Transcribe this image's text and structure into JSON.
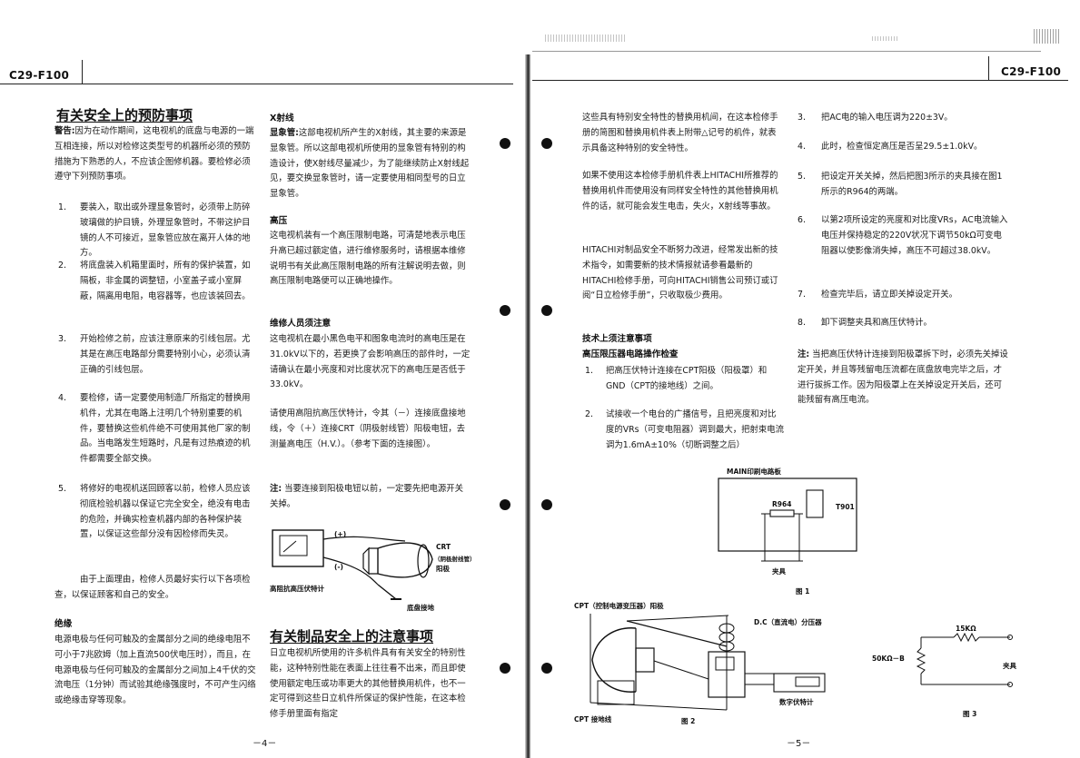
{
  "header": {
    "left_model": "C29-F100",
    "right_model": "C29-F100"
  },
  "left_col1": {
    "title": "有关安全上的预防事项",
    "warning_label": "警告:",
    "warning_text": "因为在动作期间，这电视机的底盘与电源的一端互相连接，所以对检修这类型号的机器所必须的预防措施为下熟悉的人，不应该企图修机器。要检修必须遵守下列预防事项。",
    "items": [
      {
        "n": "1.",
        "text": "要装入，取出或外理显象管时，必须带上防碎玻璃做的护目镜，外理显象管时，不带这护目镜的人不可接近，显象管应放在离开人体的地方。"
      },
      {
        "n": "2.",
        "text": "将底盘装入机箱里面时，所有的保护装置，如隔板，非金属的调整钮，小室盖子或小室屏蔽，隔离用电阻，电容器等，也应该装回去。"
      },
      {
        "n": "3.",
        "text": "开始检修之前，应该注意原来的引线包层。尤其是在高压电路部分需要特别小心，必须认清正确的引线包层。"
      },
      {
        "n": "4.",
        "text": "要检修，请一定要使用制造厂所指定的替换用机件，尤其在电路上注明几个特别重要的机件，要替换这些机件绝不可使用其他厂家的制品。当电路发生短路时，凡是有过热痕迹的机件都需要全部交换。"
      },
      {
        "n": "5.",
        "text": "将修好的电视机送回顾客以前，检修人员应该彻底检验机器以保证它完全安全，绝没有电击的危险，并确实检查机器内部的各种保护装置，以保证这些部分没有因检修而失灵。"
      }
    ],
    "conclusion": "由于上面理由，检修人员最好实行以下各项检查，以保证顾客和自己的安全。",
    "insulation_title": "绝缘",
    "insulation_text": "电源电极与任何可触及的金属部分之间的绝缘电阻不可小于7兆欧姆（加上直流500伏电压时），而且，在电源电极与任何可触及的金属部分之间加上4千伏的交流电压（1分钟）而试验其绝缘强度时，不可产生闪络或绝缘击穿等现象。"
  },
  "left_col2": {
    "xray_title": "X射线",
    "xray_label": "显象管:",
    "xray_text": "这部电视机所产生的X射线，其主要的来源是显象管。所以这部电视机所使用的显象管有特别的构造设计，使X射线尽量减少，为了能继续防止X射线起见，要交换显象管时，请一定要使用相同型号的日立显象管。",
    "hv_title": "高压",
    "hv_text": "这电视机装有一个高压限制电路，可清楚地表示电压升高已超过额定值，进行维修服务时，请根据本维修说明书有关此高压限制电路的所有注解说明去做，则高压限制电路便可以正确地操作。",
    "maint_title": "维修人员须注意",
    "maint_text1": "这电视机在最小黑色电平和图象电流时的高电压是在31.0kV以下的，若更换了会影响高压的部件时，一定请确认在最小亮度和对比度状况下的高电压是否低于33.0kV。",
    "maint_text2": "请使用高阻抗高压伏特计，令其（－）连接底盘接地线，令（＋）连接CRT（阴极射线管）阳极电钮，去测量高电压（H.V.）。（参考下面的连接图）。",
    "note_label": "注:",
    "note_text": "当要连接到阳极电钮以前，一定要先把电源开关关掉。",
    "fig_plus": "(+)",
    "fig_minus": "(-)",
    "fig_crt": "CRT",
    "fig_crt_sub": "（阴极射线管）",
    "fig_anode": "阳极",
    "fig_meter": "高阻抗高压伏特计",
    "fig_ground": "底盘接地",
    "product_title": "有关制品安全上的注意事项",
    "product_text": "日立电视机所使用的许多机件具有有关安全的特别性能，这种特别性能在表面上往往看不出来，而且即使使用额定电压或功率更大的其他替换用机件，也不一定可得到这些日立机件所保证的保护性能，在这本检修手册里面有指定"
  },
  "left_page_num": "－4－",
  "right_col1": {
    "para1": "这些具有特别安全特性的替换用机间，在这本检修手册的简图和替换用机件表上附带△记号的机件，就表示具备这种特别的安全特性。",
    "para2": "如果不使用这本检修手册机件表上HITACHI所推荐的替换用机件而使用没有同样安全特性的其他替换用机件的话，就可能会发生电击，失火，X射线等事故。",
    "para3": "HITACHI对制品安全不断努力改进，经常发出新的技术指令，如需要新的技术情报就请参看最新的HITACHI检修手册，可向HITACHI销售公司预订或订阅“日立检修手册”，只收取极少费用。",
    "tech_title": "技术上须注意事项",
    "hvlimit_title": "高压限压器电路操作检查",
    "steps": [
      {
        "n": "1.",
        "text": "把高压伏特计连接在CPT阳极（阳极罩）和GND（CPT的接地线）之间。"
      },
      {
        "n": "2.",
        "text": "试接收一个电台的广播信号，且把亮度和对比度的VRs（可变电阻器）调到最大，把射束电流调为1.6mA±10%（切断调整之后）"
      }
    ]
  },
  "right_col2": {
    "steps": [
      {
        "n": "3.",
        "text": "把AC电的输入电压调为220±3V。"
      },
      {
        "n": "4.",
        "text": "此时，检查恒定高压是否呈29.5±1.0kV。"
      },
      {
        "n": "5.",
        "text": "把设定开关关掉，然后把图3所示的夹具接在图1所示的R964的两端。"
      },
      {
        "n": "6.",
        "text": "以第2项所设定的亮度和对比度VRs，AC电流输入电压并保持稳定的220V状况下调节50kΩ可变电阻器以使影像消失掉，高压不可超过38.0kV。"
      },
      {
        "n": "7.",
        "text": "检查完毕后，请立即关掉设定开关。"
      },
      {
        "n": "8.",
        "text": "卸下调整夹具和高压伏特计。"
      }
    ],
    "note_label": "注:",
    "note_text": "当把高压伏特计连接到阳极罩拆下时，必须先关掉设定开关，并且等残留电压流都在底盘放电完毕之后，才进行拔拆工作。因为阳极罩上在关掉设定开关后，还可能残留有高压电流。"
  },
  "fig1": {
    "board_label": "MAIN印刷电路板",
    "r964": "R964",
    "t901": "T901",
    "clamp": "夹具",
    "caption": "图 1"
  },
  "fig2": {
    "cpt_label": "CPT（控制电源变压器）阳极",
    "dc_label": "D.C（直流电）分压器",
    "meter_label": "数字伏特计",
    "ground_label": "CPT 接地线",
    "caption": "图 2"
  },
  "fig3": {
    "r15k": "15KΩ",
    "r50k": "50KΩ－B",
    "clamp": "夹具",
    "caption": "图 3"
  },
  "right_page_num": "－5－"
}
